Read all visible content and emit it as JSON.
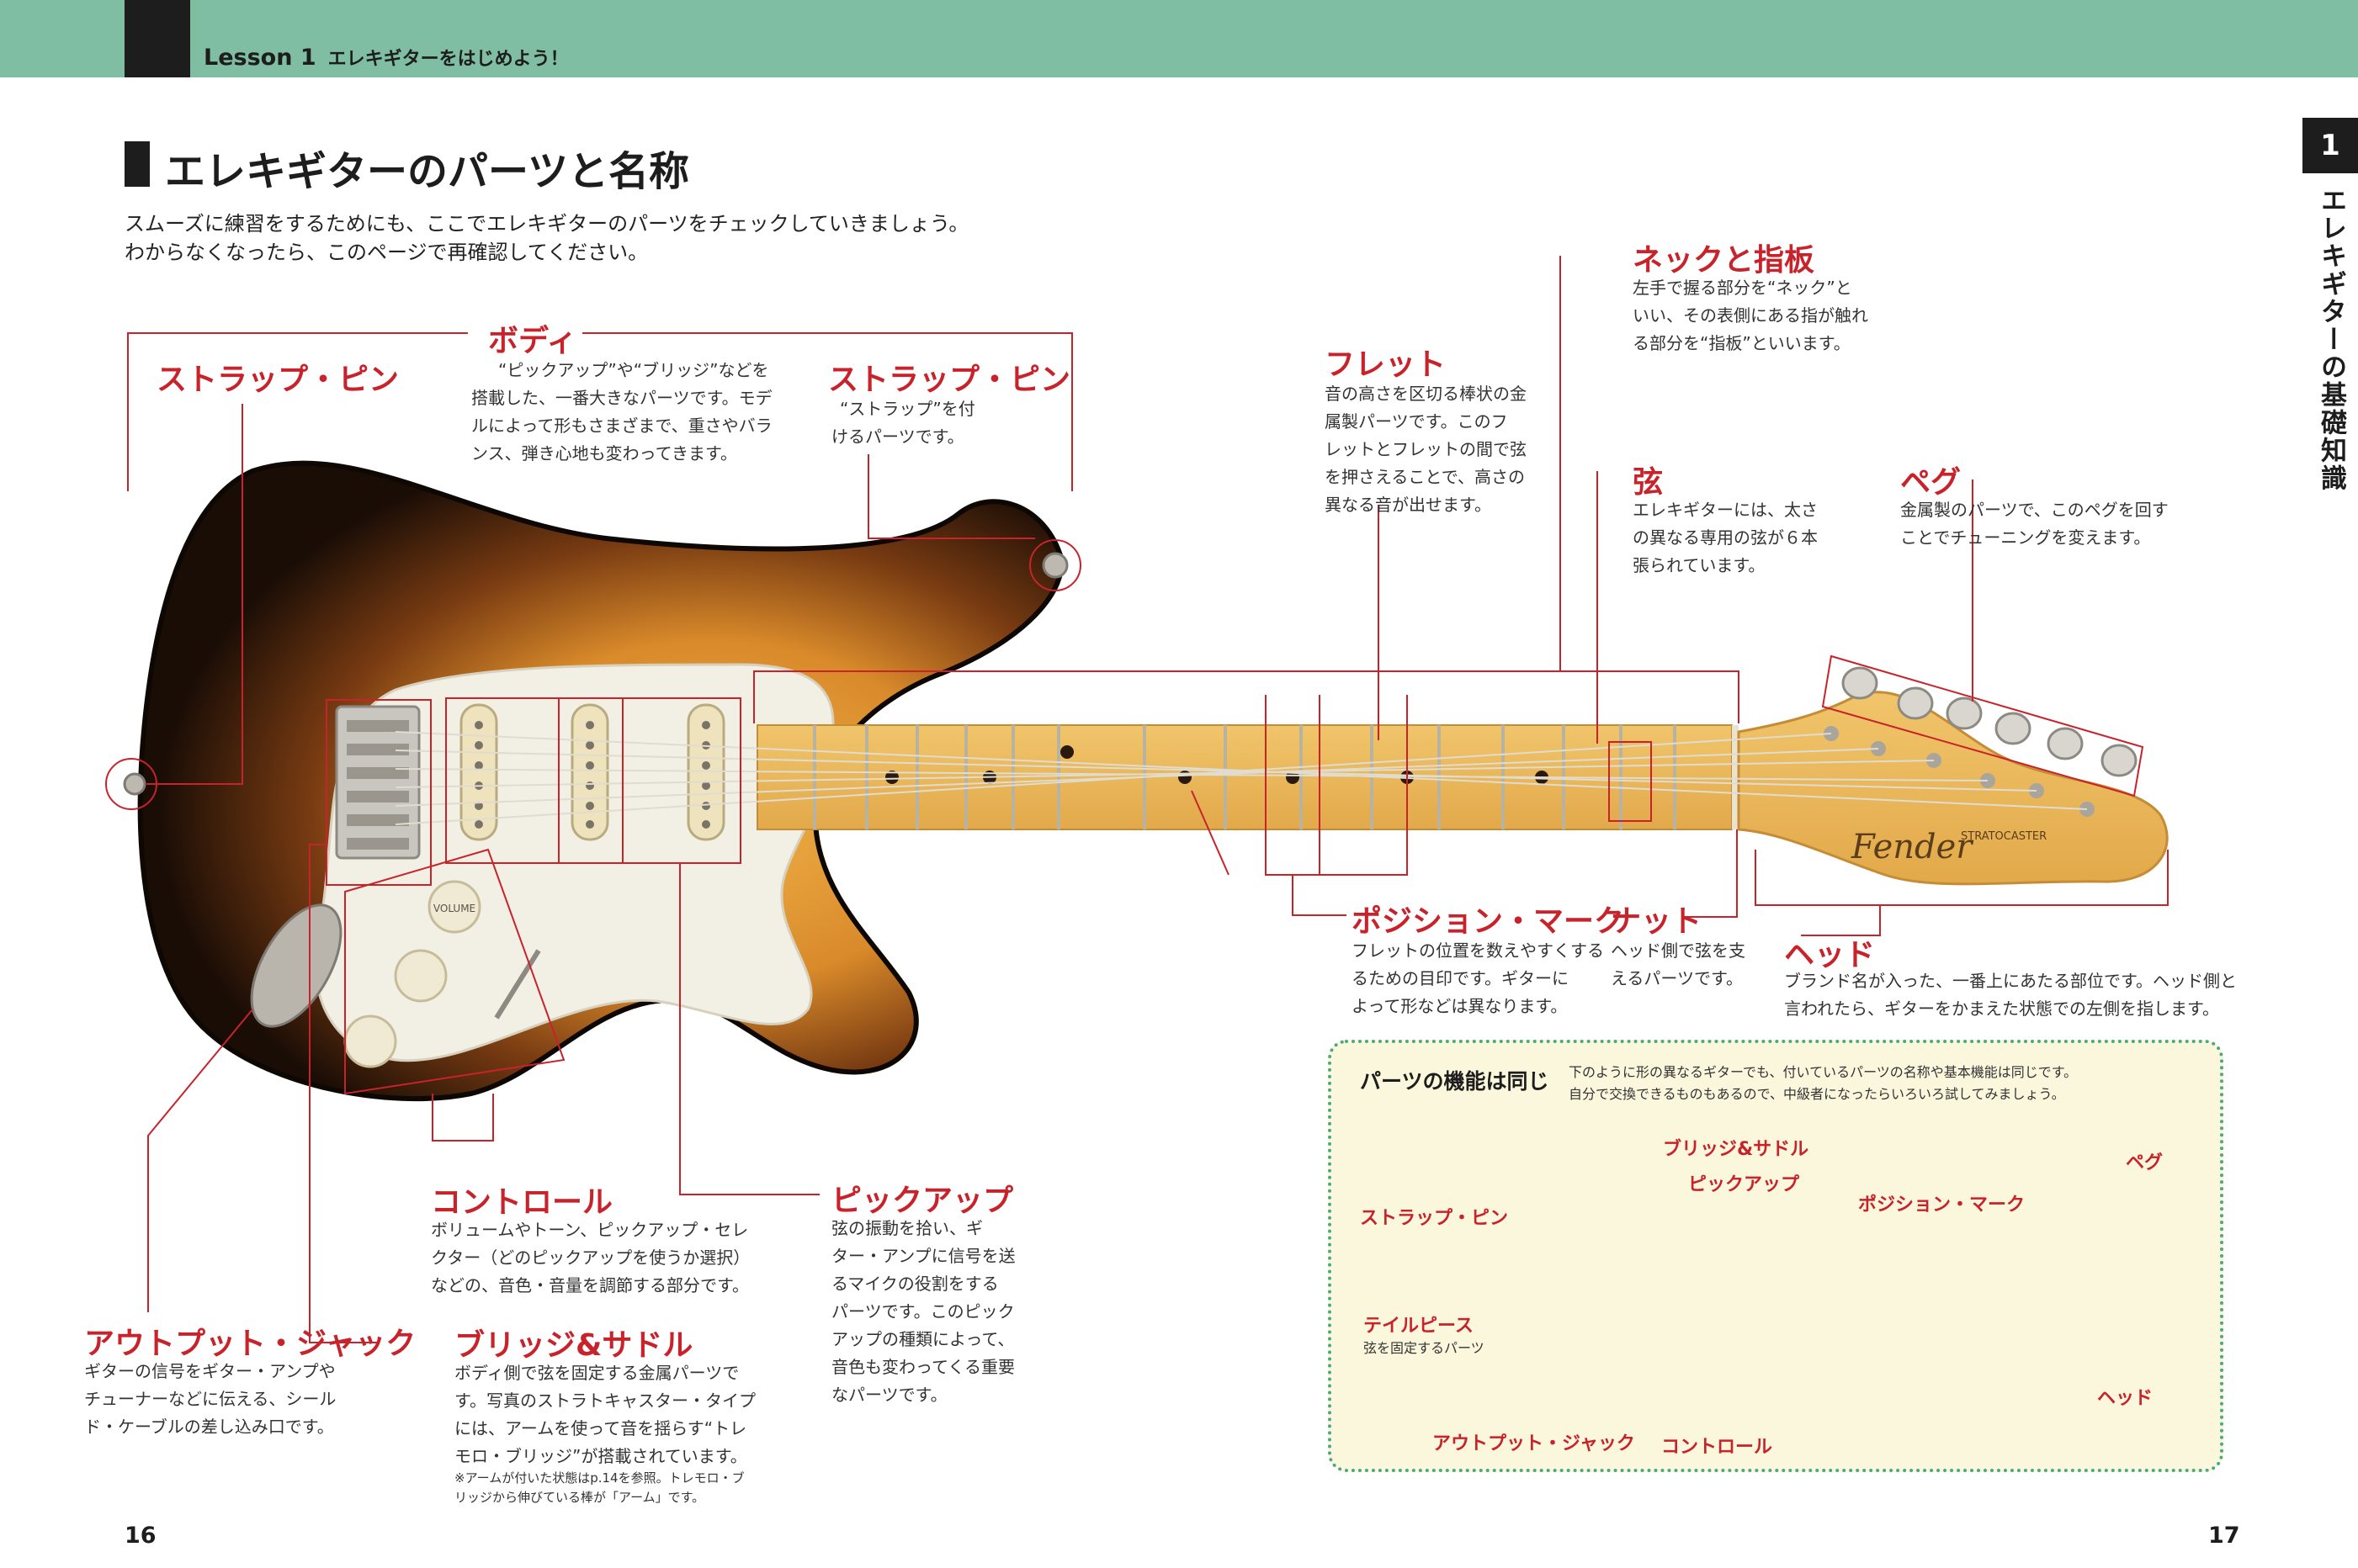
{
  "header": {
    "lesson": "Lesson 1",
    "lesson_sub": "エレキギターをはじめよう！"
  },
  "side_tab": {
    "number": "1",
    "text": "エレキギターの基礎知識"
  },
  "page": {
    "title": "エレキギターのパーツと名称",
    "intro": [
      "スムーズに練習をするためにも、ここでエレキギターのパーツをチェックしていきましょう。",
      "わからなくなったら、このページで再確認してください。"
    ]
  },
  "parts": {
    "strap_pin_left": {
      "label": "ストラップ・ピン"
    },
    "body": {
      "label": "ボディ",
      "desc": [
        "“ピックアップ”や“ブリッジ”などを",
        "搭載した、一番大きなパーツです。モデ",
        "ルによって形もさまざまで、重さやバラ",
        "ンス、弾き心地も変わってきます。"
      ]
    },
    "strap_pin_right": {
      "label": "ストラップ・ピン",
      "desc": [
        "“ストラップ”を付",
        "けるパーツです。"
      ]
    },
    "fret": {
      "label": "フレット",
      "desc": [
        "音の高さを区切る棒状の金",
        "属製パーツです。このフ",
        "レットとフレットの間で弦",
        "を押さえることで、高さの",
        "異なる音が出せます。"
      ]
    },
    "neck": {
      "label": "ネックと指板",
      "desc": [
        "左手で握る部分を“ネック”と",
        "いい、その表側にある指が触れ",
        "る部分を“指板”といいます。"
      ]
    },
    "strings": {
      "label": "弦",
      "desc": [
        "エレキギターには、太さ",
        "の異なる専用の弦が６本",
        "張られています。"
      ]
    },
    "peg": {
      "label": "ペグ",
      "desc": [
        "金属製のパーツで、このペグを回す",
        "ことでチューニングを変えます。"
      ]
    },
    "position_mark": {
      "label": "ポジション・マーク",
      "desc": [
        "フレットの位置を数えやすくする",
        "るための目印です。ギターに",
        "よって形などは異なります。"
      ]
    },
    "nut": {
      "label": "ナット",
      "desc": [
        "ヘッド側で弦を支",
        "えるパーツです。"
      ]
    },
    "head": {
      "label": "ヘッド",
      "desc": [
        "ブランド名が入った、一番上にあたる部位です。ヘッド側と",
        "言われたら、ギターをかまえた状態での左側を指します。"
      ]
    },
    "control": {
      "label": "コントロール",
      "desc": [
        "ボリュームやトーン、ピックアップ・セレ",
        "クター（どのピックアップを使うか選択）",
        "などの、音色・音量を調節する部分です。"
      ]
    },
    "pickup": {
      "label": "ピックアップ",
      "desc": [
        "弦の振動を拾い、ギ",
        "ター・アンプに信号を送",
        "るマイクの役割をする",
        "パーツです。このピック",
        "アップの種類によって、",
        "音色も変わってくる重要",
        "なパーツです。"
      ]
    },
    "output_jack": {
      "label": "アウトプット・ジャック",
      "desc": [
        "ギターの信号をギター・アンプや",
        "チューナーなどに伝える、シール",
        "ド・ケーブルの差し込み口です。"
      ]
    },
    "bridge": {
      "label": "ブリッジ&サドル",
      "desc": [
        "ボディ側で弦を固定する金属パーツで",
        "す。写真のストラトキャスター・タイプ",
        "には、アームを使って音を揺らす“トレ",
        "モロ・ブリッジ”が搭載されています。"
      ],
      "note": [
        "※アームが付いた状態はp.14を参照。トレモロ・ブ",
        "リッジから伸びている棒が「アーム」です。"
      ]
    }
  },
  "guitar": {
    "brand": "Fender",
    "model": "STRATOCASTER",
    "knob_text": "VOLUME"
  },
  "inset": {
    "title": "パーツの機能は同じ",
    "note": [
      "下のように形の異なるギターでも、付いているパーツの名称や基本機能は同じです。",
      "自分で交換できるものもあるので、中級者になったらいろいろ試してみましょう。"
    ],
    "labels": {
      "bridge_saddle": "ブリッジ&サドル",
      "pickup": "ピックアップ",
      "peg": "ペグ",
      "strap_pin": "ストラップ・ピン",
      "position_mark": "ポジション・マーク",
      "tailpiece": "テイルピース",
      "tailpiece_note": "弦を固定するパーツ",
      "head": "ヘッド",
      "output_jack": "アウトプット・ジャック",
      "control": "コントロール"
    }
  },
  "page_numbers": {
    "left": "16",
    "right": "17"
  },
  "colors": {
    "accent": "#c8232b",
    "header": "#7fbea3",
    "inset_bg": "#fbf7dd",
    "inset_border": "#4aa882"
  }
}
